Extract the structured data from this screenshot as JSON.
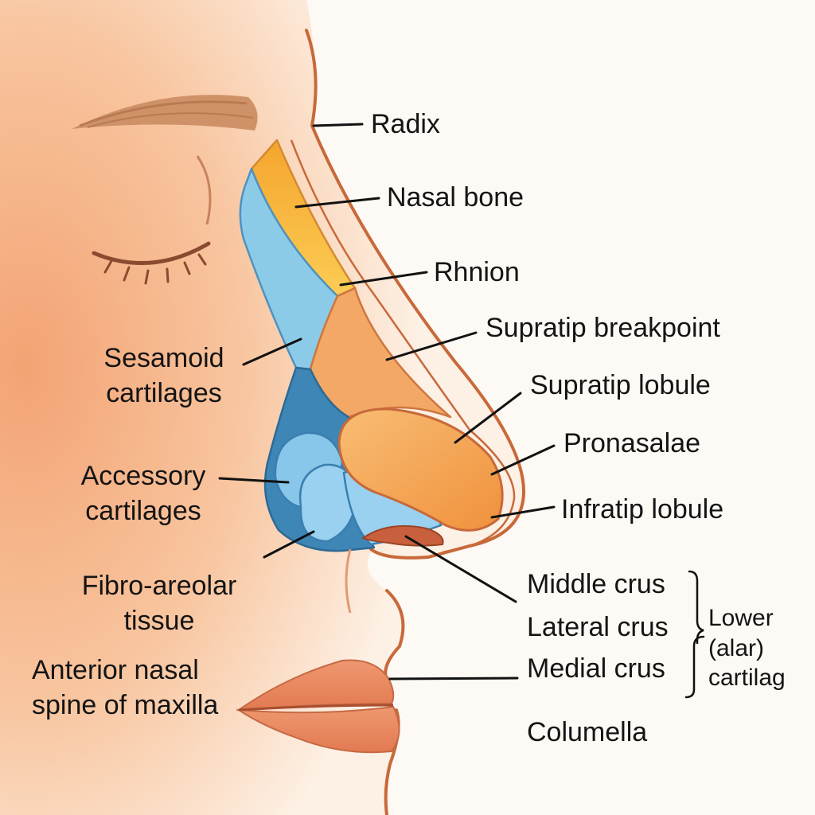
{
  "labels": {
    "radix": "Radix",
    "nasal_bone": "Nasal bone",
    "rhinion": "Rhnion",
    "supratip_breakpoint": "Supratip breakpoint",
    "supratip_lobule": "Supratip lobule",
    "pronasalae": "Pronasalae",
    "infratip_lobule": "Infratip lobule",
    "sesamoid_line1": "Sesamoid",
    "sesamoid_line2": "cartilages",
    "accessory_line1": "Accessory",
    "accessory_line2": "cartilages",
    "fibro_line1": "Fibro-areolar",
    "fibro_line2": "tissue",
    "spine_line1": "Anterior nasal",
    "spine_line2": "spine of maxilla",
    "middle_crus": "Middle crus",
    "lateral_crus": "Lateral crus",
    "medial_crus": "Medial crus",
    "lower_line1": "Lower",
    "lower_line2": "(alar)",
    "lower_line3": "cartilag",
    "columella": "Columella"
  },
  "colors": {
    "background": "#fdf9f4",
    "skin": "#f6b98c",
    "profile_line": "#c8693a",
    "nasal_bone": "#f6b33a",
    "upper_cartilage": "#8cc8e6",
    "lower_cartilage": "#f2a24e",
    "accessory_cartilage": "#7cbfe6",
    "fibro_tissue": "#3d86b6",
    "lips": "#e8865e",
    "brow": "#c98964",
    "leader_line": "#111111"
  }
}
